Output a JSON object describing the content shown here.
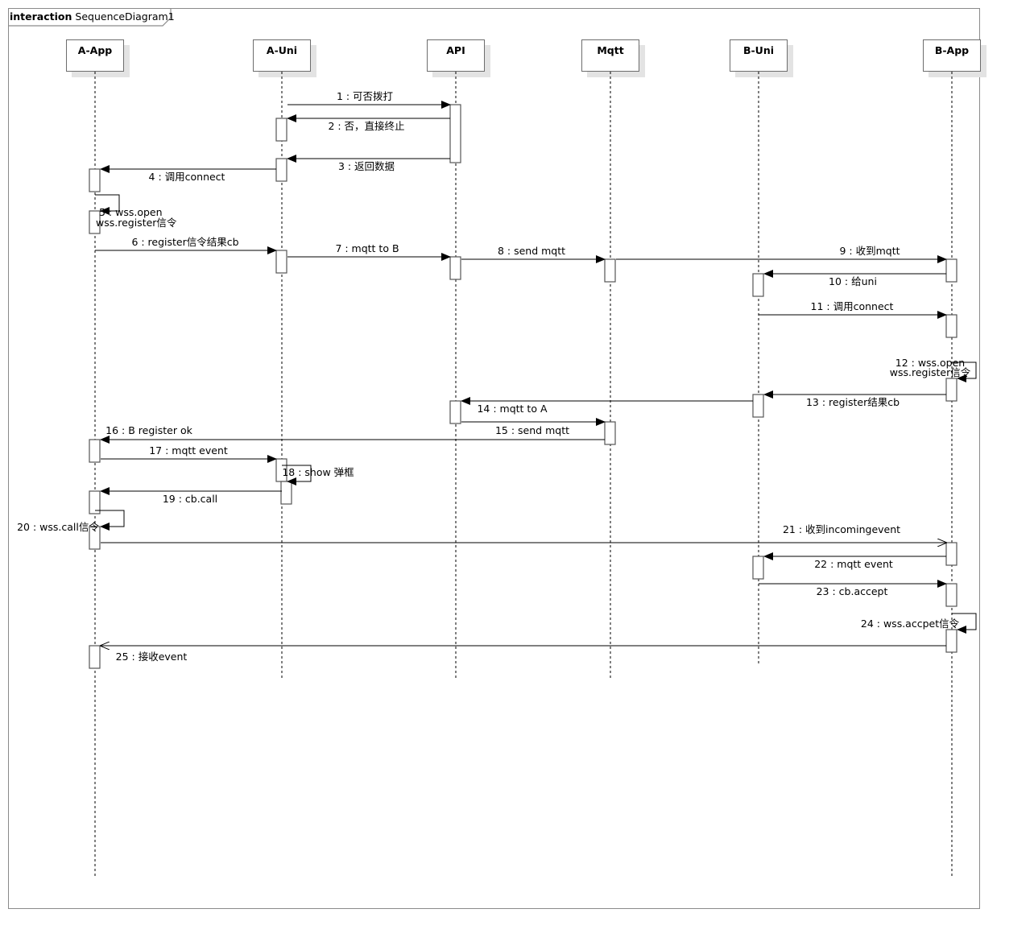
{
  "frame": {
    "keyword": "interaction",
    "name": "SequenceDiagram1"
  },
  "lifelines": [
    {
      "id": "aapp",
      "name": "A-App"
    },
    {
      "id": "auni",
      "name": "A-Uni"
    },
    {
      "id": "api",
      "name": "API"
    },
    {
      "id": "mqtt",
      "name": "Mqtt"
    },
    {
      "id": "buni",
      "name": "B-Uni"
    },
    {
      "id": "bapp",
      "name": "B-App"
    }
  ],
  "messages": [
    {
      "label": "1 : 可否拨打"
    },
    {
      "label": "2 : 否，直接终止"
    },
    {
      "label": "3 : 返回数据"
    },
    {
      "label": "4 : 调用connect"
    },
    {
      "label": "5 : wss.open\nwss.register信令"
    },
    {
      "label": "6 : register信令结果cb"
    },
    {
      "label": "7 : mqtt to B"
    },
    {
      "label": "8 : send mqtt"
    },
    {
      "label": "9 : 收到mqtt"
    },
    {
      "label": "10 : 给uni"
    },
    {
      "label": "11 : 调用connect"
    },
    {
      "label": "12 : wss.open\nwss.register信令"
    },
    {
      "label": "13 : register结果cb"
    },
    {
      "label": "14 : mqtt to A"
    },
    {
      "label": "15 : send mqtt"
    },
    {
      "label": "16 : B register ok"
    },
    {
      "label": "17 : mqtt event"
    },
    {
      "label": "18 : show 弹框"
    },
    {
      "label": "19 : cb.call"
    },
    {
      "label": "20 : wss.call信令"
    },
    {
      "label": "21 : 收到incomingevent"
    },
    {
      "label": "22 : mqtt event"
    },
    {
      "label": "23 : cb.accept"
    },
    {
      "label": "24 : wss.accpet信令"
    },
    {
      "label": "25 : 接收event"
    }
  ]
}
